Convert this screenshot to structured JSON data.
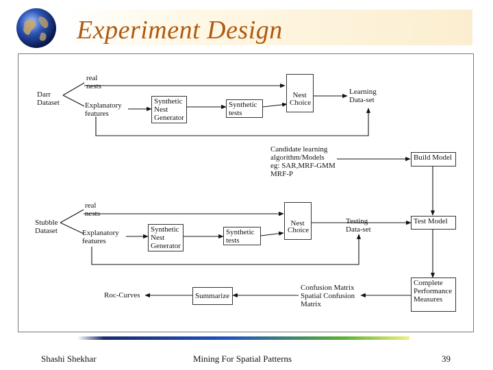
{
  "slide": {
    "title": "Experiment Design",
    "footer_author": "Shashi Shekhar",
    "footer_course": "Mining For Spatial Patterns",
    "page_number": "39"
  },
  "diagram": {
    "darr": {
      "dataset": "Darr\nDataset",
      "real_nests": "real\nnests",
      "explanatory": "Explanatory\nfeatures",
      "generator": "Synthetic\nNest\nGenerator",
      "synthetic_tests": "Synthetic\ntests",
      "nest": "Nest",
      "choice": "Choice",
      "output": "Learning\nData-set"
    },
    "candidate": "Candidate learning\nalgorithm/Models\neg: SAR,MRF-GMM\nMRF-P",
    "build_model": "Build Model",
    "stubble": {
      "dataset": "Stubble\nDataset",
      "real_nests": "real\nnests",
      "explanatory": "Explanatory\nfeatures",
      "generator": "Synthetic\nNest\nGenerator",
      "synthetic_tests": "Synthetic\ntests",
      "nest": "Nest",
      "choice": "Choice",
      "output": "Testing\nData-set"
    },
    "test_model": "Test Model",
    "performance": "Complete\nPerformance\nMeasures",
    "confusion": "Confusion Matrix\nSpatial Confusion\nMatrix",
    "summarize": "Summarize",
    "roc": "Roc-Curves"
  }
}
